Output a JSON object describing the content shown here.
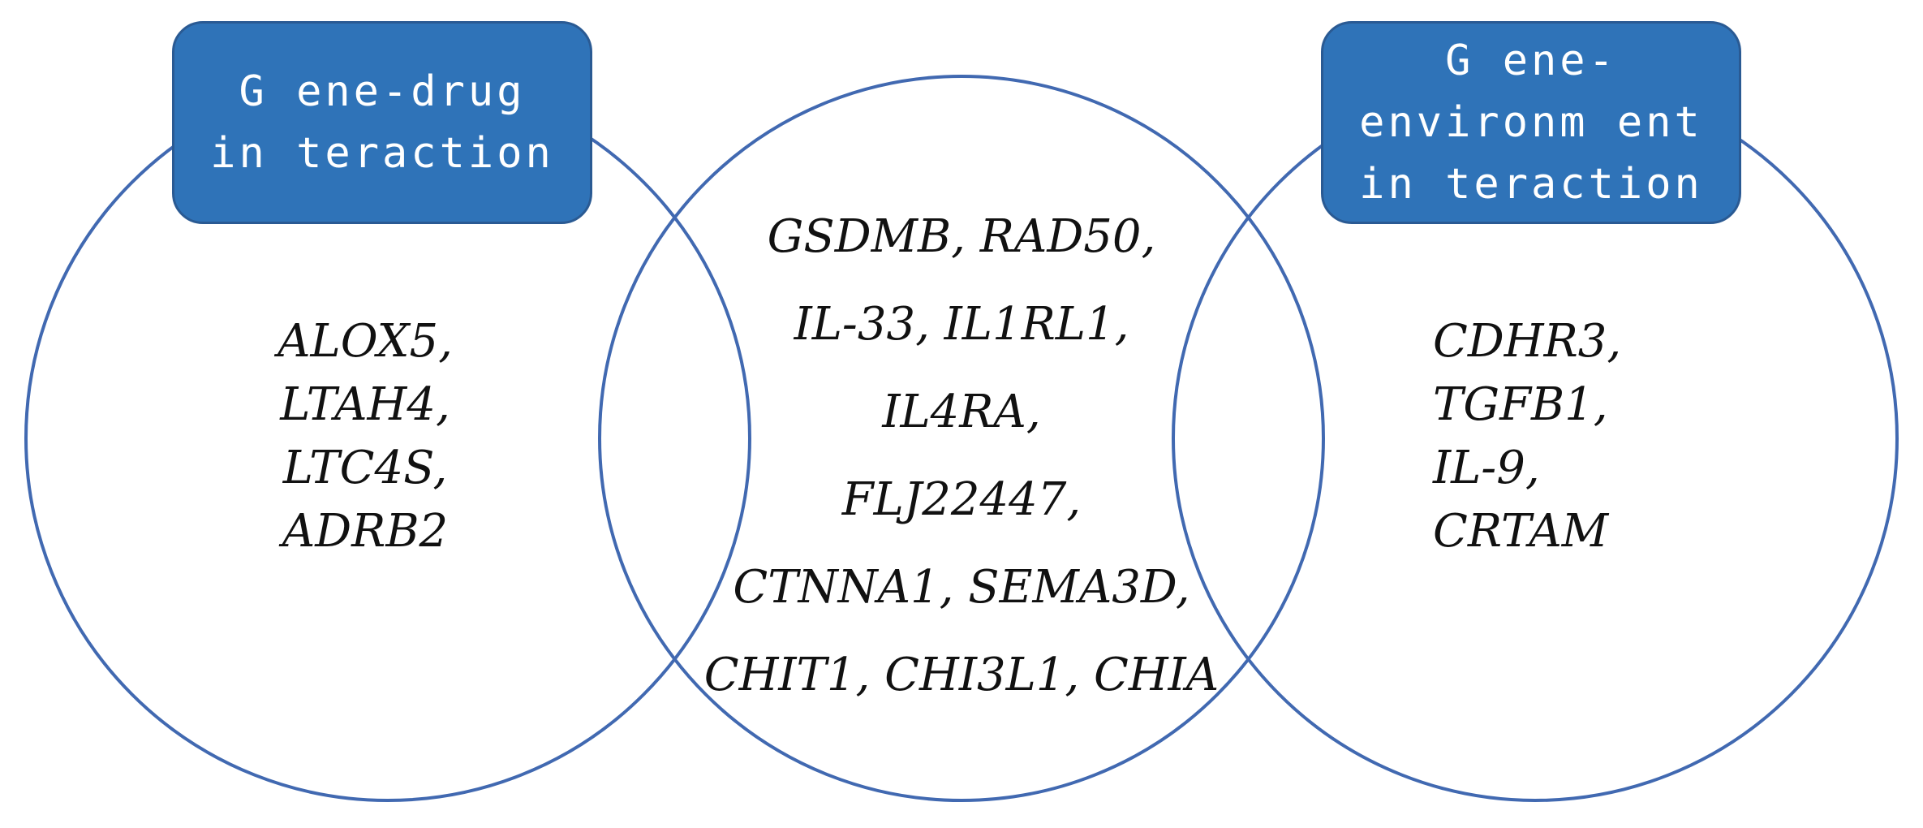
{
  "colors": {
    "circle_stroke": "#4169b1",
    "box_fill": "#2f73b8",
    "box_border": "#2a5a93",
    "box_text": "#ffffff",
    "gene_text": "#111111"
  },
  "labels": {
    "left": [
      "G ene-drug",
      "in teraction"
    ],
    "right": [
      "G ene-",
      "environm ent",
      "in teraction"
    ]
  },
  "genes": {
    "left": [
      "ALOX5,",
      "LTAH4,",
      "LTC4S,",
      "ADRB2"
    ],
    "center": [
      "GSDMB, RAD50,",
      "IL-33, IL1RL1,",
      "IL4RA,",
      "FLJ22447,",
      "CTNNA1, SEMA3D,",
      "CHIT1, CHI3L1, CHIA"
    ],
    "right": [
      "CDHR3,",
      "TGFB1,",
      "IL-9,",
      "CRTAM"
    ]
  }
}
